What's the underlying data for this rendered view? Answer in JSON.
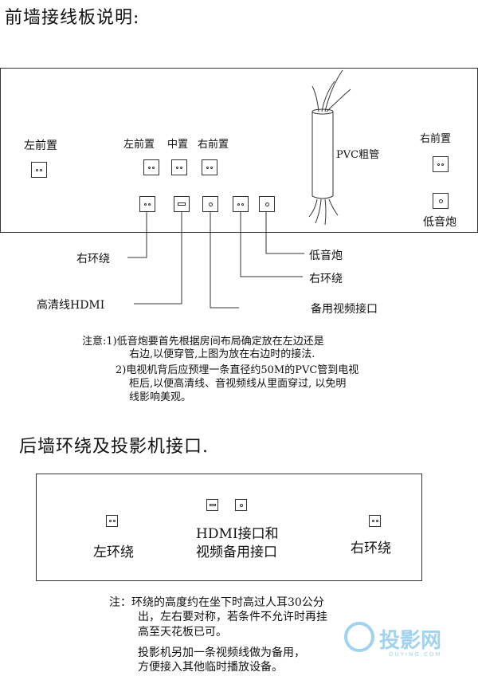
{
  "front": {
    "title": "前墙接线板说明:",
    "labels": {
      "left_front": "左前置",
      "left_front_2": "左前置",
      "center": "中置",
      "right_front": "右前置",
      "right_front_right": "右前置",
      "pvc": "PVC粗管",
      "sub_right": "低音炮"
    },
    "callouts": {
      "surround_left": "右环绕",
      "hdmi": "高清线HDMI",
      "sub": "低音炮",
      "surround_right": "右环绕",
      "backup_video": "备用视频接口"
    },
    "note": {
      "l1": "注意:1)低音炮要首先根据房间布局确定放在左边还是",
      "l2": "右边,以便穿管,上图为放在右边时的接法.",
      "l3": "2)电视机背后应预埋一条直径约50M的PVC管到电视",
      "l4": "柜后,以便高清线、音视频线从里面穿过, 以免明",
      "l5": "线影响美观。"
    }
  },
  "rear": {
    "title": "后墙环绕及投影机接口.",
    "labels": {
      "left_surround": "左环绕",
      "hdmi_l1": "HDMI接口和",
      "hdmi_l2": "视频备用接口",
      "right_surround": "右环绕"
    },
    "note": {
      "l1": "注：环绕的高度约在坐下时高过人耳30公分",
      "l2": "出，左右要对称，若条件不允许时再挂",
      "l3": "高至天花板已可。",
      "l4": "投影机另加一条视频线做为备用，",
      "l5": "方便接入其他临时播放设备。"
    }
  },
  "watermark": {
    "text": "投影网",
    "sub": "OUYING.COM",
    "color": "#9fd3ef"
  }
}
